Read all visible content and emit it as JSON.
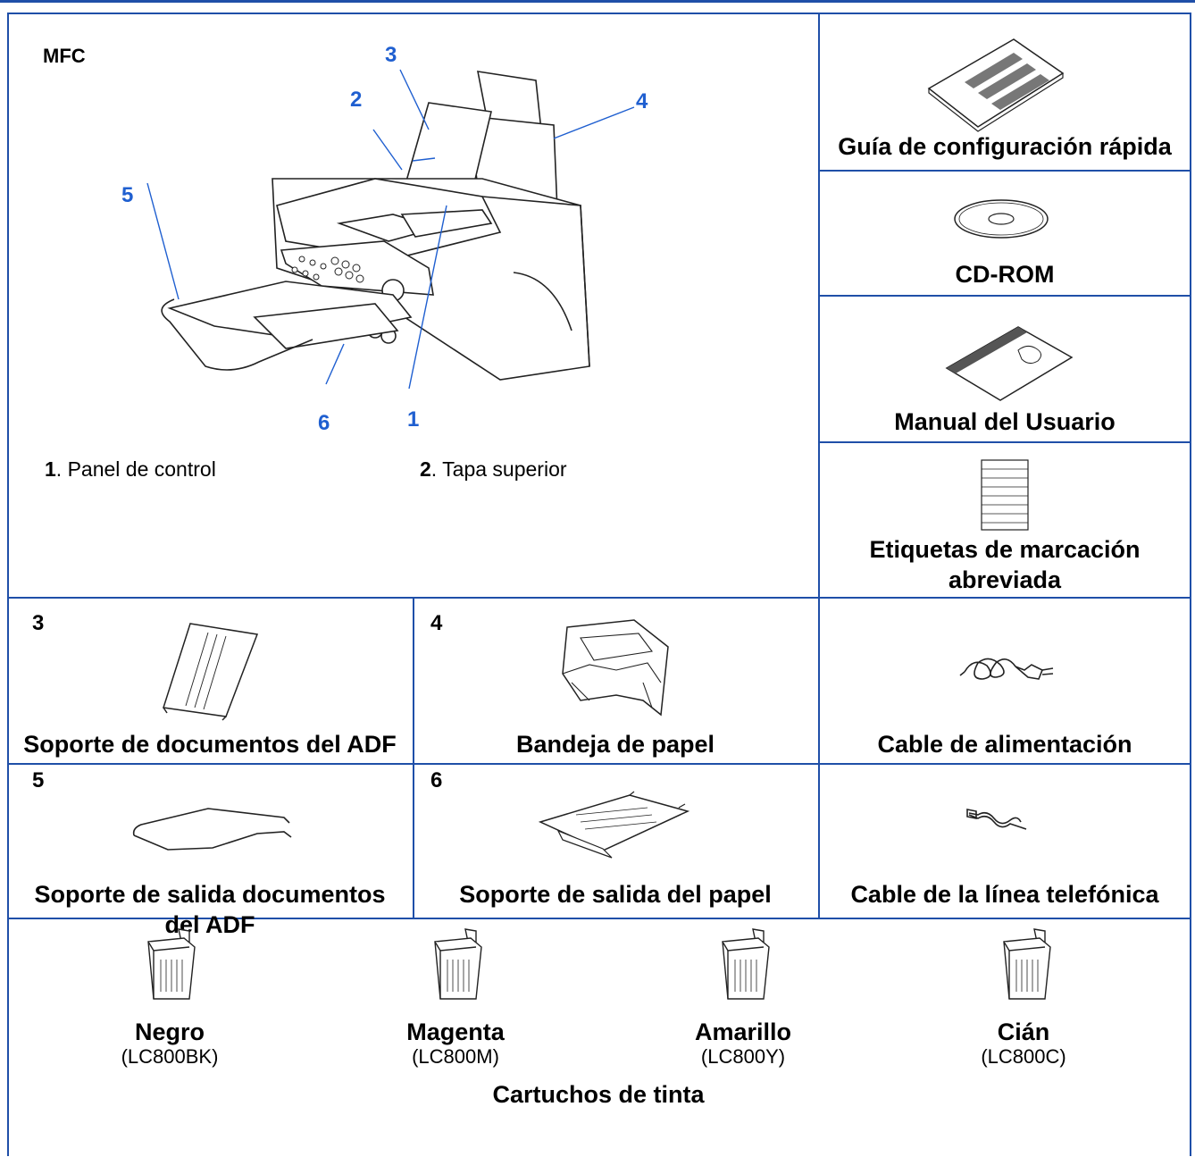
{
  "mfc": {
    "title": "MFC",
    "callouts": [
      "1",
      "2",
      "3",
      "4",
      "5",
      "6"
    ],
    "legend": [
      {
        "num": "1",
        "text": ". Panel de control"
      },
      {
        "num": "2",
        "text": ". Tapa superior"
      }
    ]
  },
  "side_items": [
    {
      "label": "Guía de configuración rápida",
      "icon": "booklet-icon"
    },
    {
      "label": "CD-ROM",
      "icon": "cd-icon"
    },
    {
      "label": "Manual del Usuario",
      "icon": "manual-icon"
    },
    {
      "label": "Etiquetas de marcación abreviada",
      "icon": "labels-icon"
    }
  ],
  "accessories": [
    {
      "num": "3",
      "label": "Soporte de documentos del ADF",
      "icon": "document-support-icon"
    },
    {
      "num": "4",
      "label": "Bandeja de papel",
      "icon": "paper-tray-icon"
    },
    {
      "num": "",
      "label": "Cable de alimentación",
      "icon": "power-cable-icon"
    },
    {
      "num": "5",
      "label": "Soporte de salida documentos del ADF",
      "icon": "wire-support-icon"
    },
    {
      "num": "6",
      "label": "Soporte de salida del papel",
      "icon": "paper-output-icon"
    },
    {
      "num": "",
      "label": "Cable de la línea telefónica",
      "icon": "phone-cable-icon"
    }
  ],
  "cartridges": {
    "caption": "Cartuchos de tinta",
    "items": [
      {
        "name": "Negro",
        "code": "(LC800BK)"
      },
      {
        "name": "Magenta",
        "code": "(LC800M)"
      },
      {
        "name": "Amarillo",
        "code": "(LC800Y)"
      },
      {
        "name": "Cián",
        "code": "(LC800C)"
      }
    ]
  },
  "colors": {
    "rule": "#1f4fa8",
    "callout": "#1f5fd0"
  }
}
